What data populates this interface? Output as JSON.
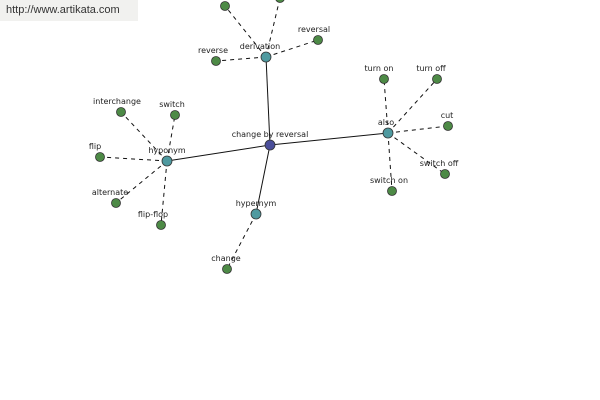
{
  "url": "http://www.artikata.com",
  "colors": {
    "center": "#4a4e9a",
    "relation": "#4f9aa0",
    "leaf": "#4d8a46",
    "edge": "#111111"
  },
  "nodes": [
    {
      "id": "center",
      "label": "change by reversal",
      "type": "center"
    },
    {
      "id": "derivation",
      "label": "derivation",
      "type": "relation"
    },
    {
      "id": "hyponym",
      "label": "hyponym",
      "type": "relation"
    },
    {
      "id": "hypernym",
      "label": "hypernym",
      "type": "relation"
    },
    {
      "id": "also",
      "label": "also",
      "type": "relation"
    },
    {
      "id": "reverse",
      "label": "reverse",
      "type": "leaf"
    },
    {
      "id": "reversal",
      "label": "reversal",
      "type": "leaf"
    },
    {
      "id": "offtop1",
      "label": "",
      "type": "leaf"
    },
    {
      "id": "offtop2",
      "label": "",
      "type": "leaf"
    },
    {
      "id": "interchange",
      "label": "interchange",
      "type": "leaf"
    },
    {
      "id": "switch",
      "label": "switch",
      "type": "leaf"
    },
    {
      "id": "flip",
      "label": "flip",
      "type": "leaf"
    },
    {
      "id": "alternate",
      "label": "alternate",
      "type": "leaf"
    },
    {
      "id": "flipflop",
      "label": "flip-flop",
      "type": "leaf"
    },
    {
      "id": "change",
      "label": "change",
      "type": "leaf"
    },
    {
      "id": "turnon",
      "label": "turn on",
      "type": "leaf"
    },
    {
      "id": "turnoff",
      "label": "turn off",
      "type": "leaf"
    },
    {
      "id": "cut",
      "label": "cut",
      "type": "leaf"
    },
    {
      "id": "switchoff",
      "label": "switch off",
      "type": "leaf"
    },
    {
      "id": "switchon",
      "label": "switch on",
      "type": "leaf"
    }
  ],
  "edges": [
    {
      "from": "center",
      "to": "derivation",
      "style": "solid"
    },
    {
      "from": "center",
      "to": "hyponym",
      "style": "solid"
    },
    {
      "from": "center",
      "to": "hypernym",
      "style": "solid"
    },
    {
      "from": "center",
      "to": "also",
      "style": "solid"
    },
    {
      "from": "derivation",
      "to": "reverse",
      "style": "dashed"
    },
    {
      "from": "derivation",
      "to": "reversal",
      "style": "dashed"
    },
    {
      "from": "derivation",
      "to": "offtop1",
      "style": "dashed"
    },
    {
      "from": "derivation",
      "to": "offtop2",
      "style": "dashed"
    },
    {
      "from": "hyponym",
      "to": "interchange",
      "style": "dashed"
    },
    {
      "from": "hyponym",
      "to": "switch",
      "style": "dashed"
    },
    {
      "from": "hyponym",
      "to": "flip",
      "style": "dashed"
    },
    {
      "from": "hyponym",
      "to": "alternate",
      "style": "dashed"
    },
    {
      "from": "hyponym",
      "to": "flipflop",
      "style": "dashed"
    },
    {
      "from": "hypernym",
      "to": "change",
      "style": "dashed"
    },
    {
      "from": "also",
      "to": "turnon",
      "style": "dashed"
    },
    {
      "from": "also",
      "to": "turnoff",
      "style": "dashed"
    },
    {
      "from": "also",
      "to": "cut",
      "style": "dashed"
    },
    {
      "from": "also",
      "to": "switchoff",
      "style": "dashed"
    },
    {
      "from": "also",
      "to": "switchon",
      "style": "dashed"
    }
  ]
}
